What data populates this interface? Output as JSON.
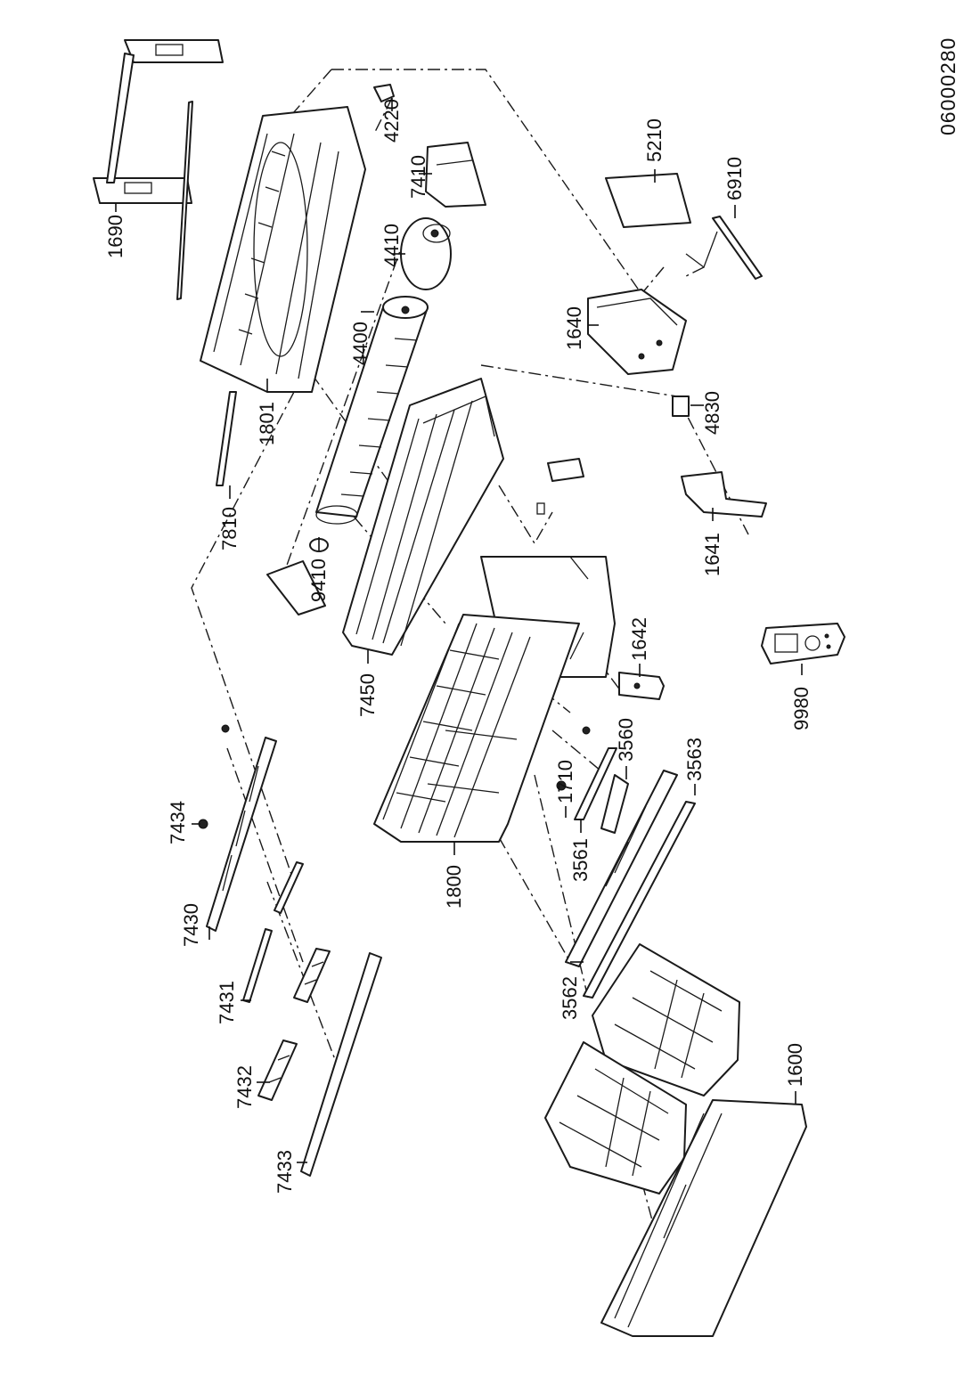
{
  "document_id": "06000280",
  "parts": [
    {
      "id": "1600",
      "label": "1600"
    },
    {
      "id": "1640",
      "label": "1640"
    },
    {
      "id": "1641",
      "label": "1641"
    },
    {
      "id": "1642",
      "label": "1642"
    },
    {
      "id": "1690",
      "label": "1690"
    },
    {
      "id": "1710",
      "label": "1710"
    },
    {
      "id": "1800",
      "label": "1800"
    },
    {
      "id": "1801",
      "label": "1801"
    },
    {
      "id": "3560",
      "label": "3560"
    },
    {
      "id": "3561",
      "label": "3561"
    },
    {
      "id": "3562",
      "label": "3562"
    },
    {
      "id": "3563",
      "label": "3563"
    },
    {
      "id": "4220",
      "label": "4220"
    },
    {
      "id": "4400",
      "label": "4400"
    },
    {
      "id": "4410",
      "label": "4410"
    },
    {
      "id": "4830",
      "label": "4830"
    },
    {
      "id": "5210",
      "label": "5210"
    },
    {
      "id": "6910",
      "label": "6910"
    },
    {
      "id": "7410",
      "label": "7410"
    },
    {
      "id": "7430",
      "label": "7430"
    },
    {
      "id": "7431",
      "label": "7431"
    },
    {
      "id": "7432",
      "label": "7432"
    },
    {
      "id": "7433",
      "label": "7433"
    },
    {
      "id": "7434",
      "label": "7434"
    },
    {
      "id": "7450",
      "label": "7450"
    },
    {
      "id": "7810",
      "label": "7810"
    },
    {
      "id": "9410",
      "label": "9410"
    },
    {
      "id": "9980",
      "label": "9980"
    }
  ]
}
